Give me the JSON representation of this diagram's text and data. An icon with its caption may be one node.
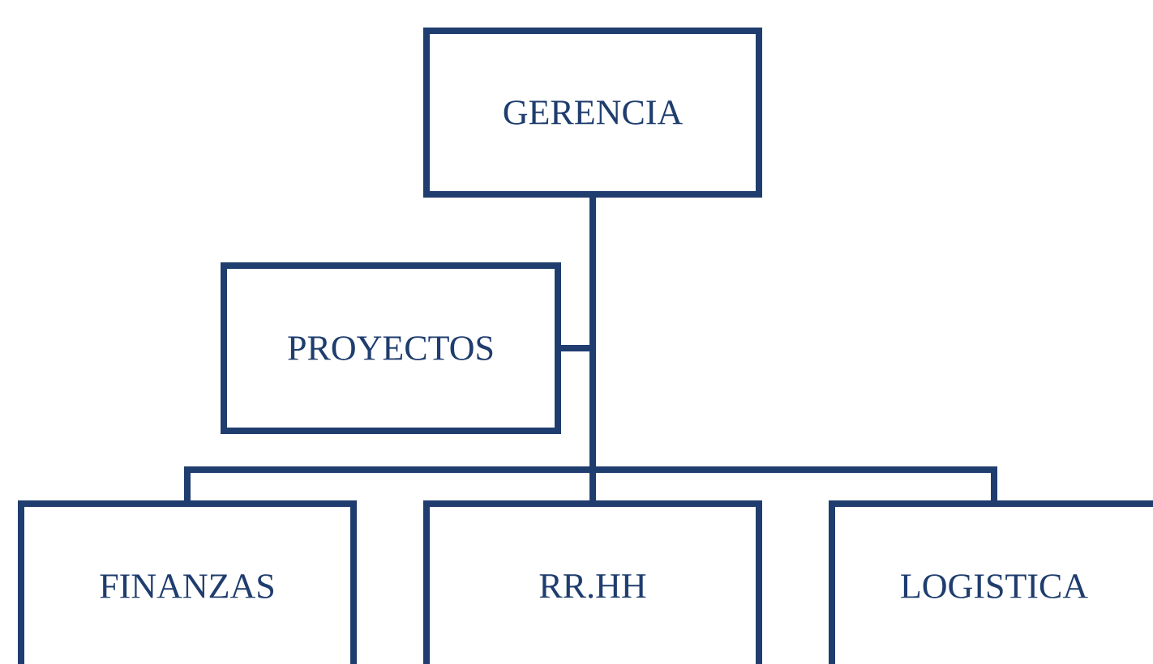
{
  "diagram": {
    "nodes": [
      {
        "text": [
          "GERENCIA"
        ]
      },
      {
        "text": [
          "PROYECTOS"
        ]
      },
      {
        "text": [
          "FINANZAS"
        ]
      },
      {
        "text": [
          "RR.HH"
        ]
      },
      {
        "text": [
          "LOGISTICA"
        ]
      }
    ],
    "edges": [
      {
        "from": 0,
        "to": 1,
        "arrow": "none"
      },
      {
        "from": 0,
        "to": 2,
        "arrow": "none"
      },
      {
        "from": 0,
        "to": 3,
        "arrow": "none"
      },
      {
        "from": 0,
        "to": 4,
        "arrow": "none"
      }
    ]
  }
}
